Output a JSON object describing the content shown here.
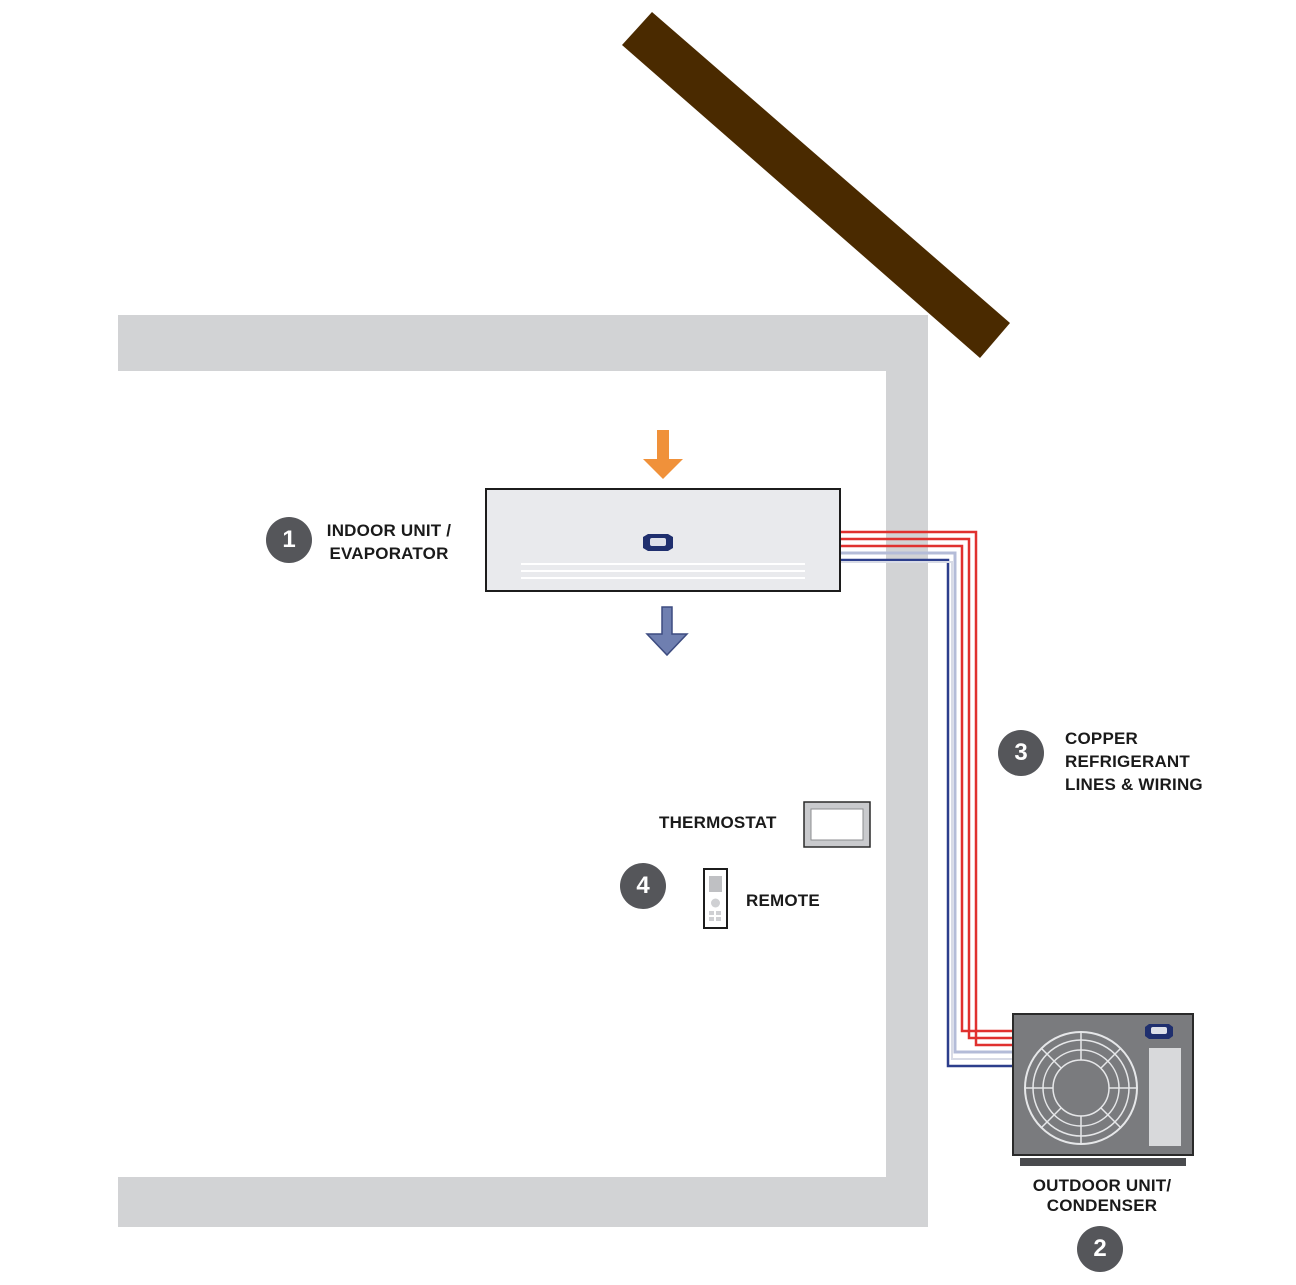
{
  "labels": {
    "indoor": {
      "number": "1",
      "line1": "INDOOR UNIT /",
      "line2": "EVAPORATOR"
    },
    "outdoor": {
      "number": "2",
      "line1": "OUTDOOR UNIT/",
      "line2": "CONDENSER"
    },
    "lines": {
      "number": "3",
      "line1": "COPPER",
      "line2": "REFRIGERANT",
      "line3": "LINES & WIRING"
    },
    "controls": {
      "number": "4",
      "thermostat": "THERMOSTAT",
      "remote": "REMOTE"
    }
  },
  "colors": {
    "roof": "#4a2a00",
    "wall": "#d2d3d5",
    "badge": "#55565a",
    "warm_air_arrow": "#f0913a",
    "cool_air_arrow": "#6f7fb0",
    "hot_line": "#e0312f",
    "cold_line": "#2c3e8c",
    "outdoor_unit": "#7a7b7e",
    "brand": "#1f2f6e"
  }
}
